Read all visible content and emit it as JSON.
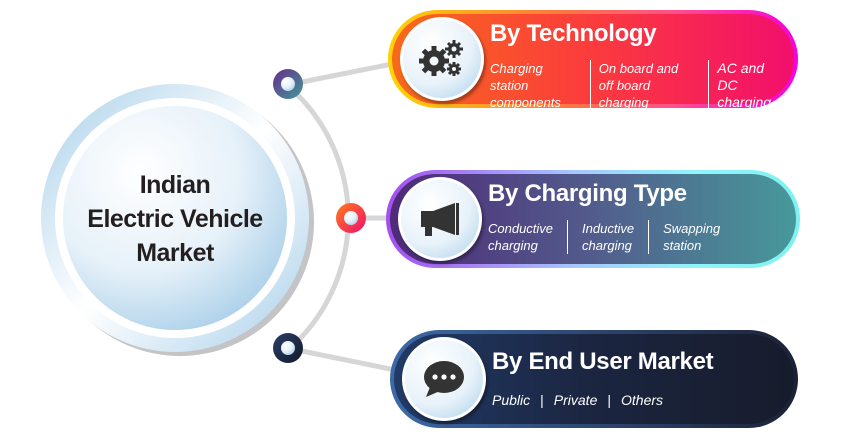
{
  "center": {
    "lines": [
      "Indian",
      "Electric Vehicle",
      "Market"
    ]
  },
  "segments": [
    {
      "title": "By Technology",
      "icon": "gears-icon",
      "items": [
        "Charging station\ncomponents",
        "On board and\noff board charging",
        "AC and DC\ncharging"
      ]
    },
    {
      "title": "By Charging Type",
      "icon": "megaphone-icon",
      "items": [
        "Conductive\ncharging",
        "Inductive\ncharging",
        "Swapping\nstation"
      ]
    },
    {
      "title": "By End User Market",
      "icon": "chat-bubble-icon",
      "items": [
        "Public",
        "Private",
        "Others"
      ],
      "separator": "|"
    }
  ],
  "colors": {
    "technology": "#fb3b3d",
    "charging_type": "#525c8c",
    "end_user": "#1b2540",
    "connector": "#d6d6d8"
  }
}
